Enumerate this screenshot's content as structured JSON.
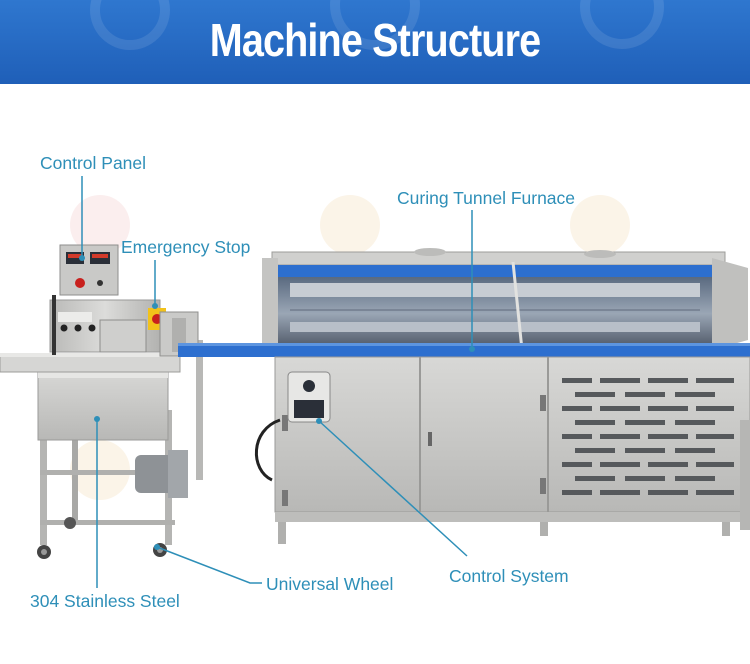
{
  "banner": {
    "title": "Machine Structure",
    "color": "#2466c2"
  },
  "callouts": {
    "control_panel": "Control Panel",
    "emergency_stop": "Emergency Stop",
    "curing_tunnel_furnace": "Curing Tunnel Furnace",
    "control_system": "Control System",
    "universal_wheel": "Universal Wheel",
    "stainless_steel": "304 Stainless Steel"
  },
  "colors": {
    "label": "#2e8fb8",
    "belt": "#2d6fcf",
    "steel": "#c9c9c7"
  }
}
